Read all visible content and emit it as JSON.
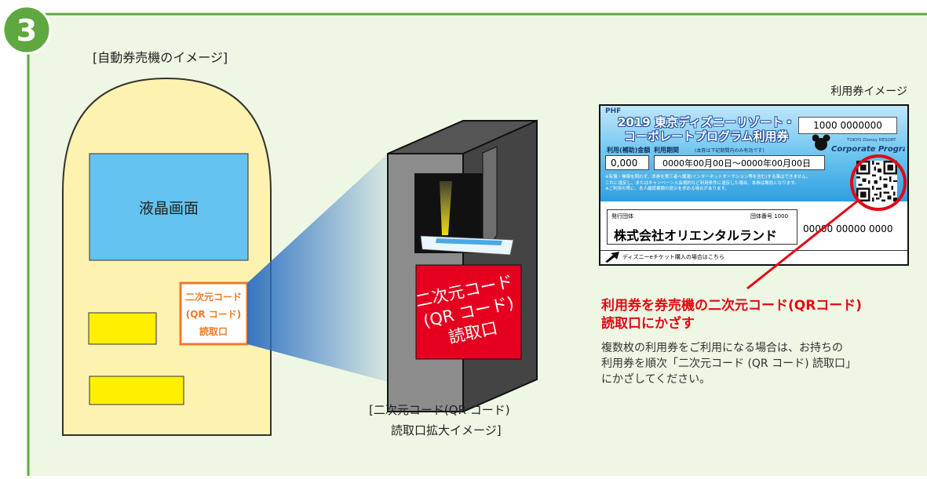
{
  "step": {
    "number": "3"
  },
  "colors": {
    "frame_green": "#5fa83f",
    "panel_bg": "#eef7e3",
    "machine_fill": "#fdf2b0",
    "screen_blue": "#64c3f0",
    "slot_yellow": "#fff000",
    "highlight_orange": "#f07a28",
    "slot_gray": "#8c8c8c",
    "reader_red": "#e6001f",
    "callout_red": "#e30613"
  },
  "machine": {
    "caption": "[自動券売機のイメージ]",
    "screen_label": "液晶画面",
    "qr_reader_lines": [
      "二次元コード",
      "(QR コード)",
      "読取口"
    ]
  },
  "zoom": {
    "label_lines": [
      "二次元コード",
      "(QR コード)",
      "読取口"
    ],
    "caption_lines": [
      "[二次元コード(QR コード)",
      "読取口拡大イメージ]"
    ]
  },
  "ticket": {
    "caption": "利用券イメージ",
    "phf": "PHF",
    "title_line1": "2019 東京ディズニーリゾート・",
    "title_line2": "コーポレートプログラム利用券",
    "serial": "1000 0000000",
    "logo_top": "TOKYO Disney RESORT",
    "logo_bottom": "Corporate Program",
    "amount_label": "利用(補助)金額",
    "period_label": "利用期間",
    "period_note": "(本券は下記期間内のみ有効です)",
    "amount_value": "0,000",
    "period_value": "0000年00月00日～0000年00月00日",
    "notice_lines": [
      "※有償・無償を問わず、本券を第三者へ譲渡(インターネットオークション等を含む)する事はできません。",
      "これに違反し、またはキャンペーン入会規約など利用条件に違反した場合、本券は無効となります。",
      "※ご利用の際に、本人確認書類の提示を求める場合があります。"
    ],
    "issuer_label": "発行団体",
    "group_number_label": "団体番号 1000",
    "issuer_name": "株式会社オリエンタルランド",
    "barcode_number": "00000 00000 0000",
    "bottom_text": "ディズニーeチケット購入の場合はこちら"
  },
  "instruction": {
    "title_lines": [
      "利用券を券売機の二次元コード(QRコード)",
      "読取口にかざす"
    ],
    "body_lines": [
      "複数枚の利用券をご利用になる場合は、お持ちの",
      "利用券を順次「二次元コード (QR コード) 読取口」",
      "にかざしてください。"
    ]
  }
}
